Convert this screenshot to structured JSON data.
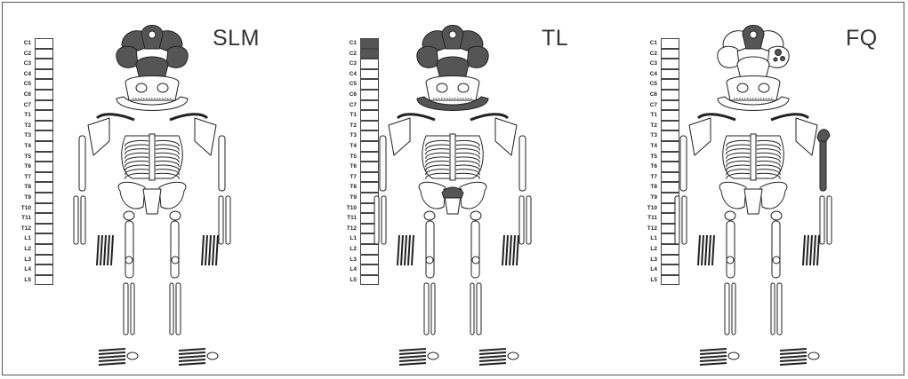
{
  "panels": [
    {
      "id": "slm",
      "title": "SLM",
      "shaded_vertebrae": [],
      "shaded_regions": [
        "cranium-vault",
        "face-left",
        "face-right"
      ]
    },
    {
      "id": "tl",
      "title": "TL",
      "shaded_vertebrae": [
        "C1",
        "C2"
      ],
      "shaded_regions": [
        "cranium-vault",
        "face-left",
        "face-right",
        "mandible",
        "sacrum-top"
      ]
    },
    {
      "id": "fq",
      "title": "FQ",
      "shaded_vertebrae": [],
      "shaded_regions": [
        "occipital-top",
        "parietal-spots",
        "left-humerus-proximal",
        "left-humerus-shaft"
      ]
    }
  ],
  "vertebrae": [
    "C1",
    "C2",
    "C3",
    "C4",
    "C5",
    "C6",
    "C7",
    "T1",
    "T2",
    "T3",
    "T4",
    "T5",
    "T6",
    "T7",
    "T8",
    "T9",
    "T10",
    "T11",
    "T12",
    "L1",
    "L2",
    "L3",
    "L4",
    "L5"
  ],
  "colors": {
    "shaded": "#555555",
    "outline": "#222222",
    "background": "#ffffff"
  }
}
